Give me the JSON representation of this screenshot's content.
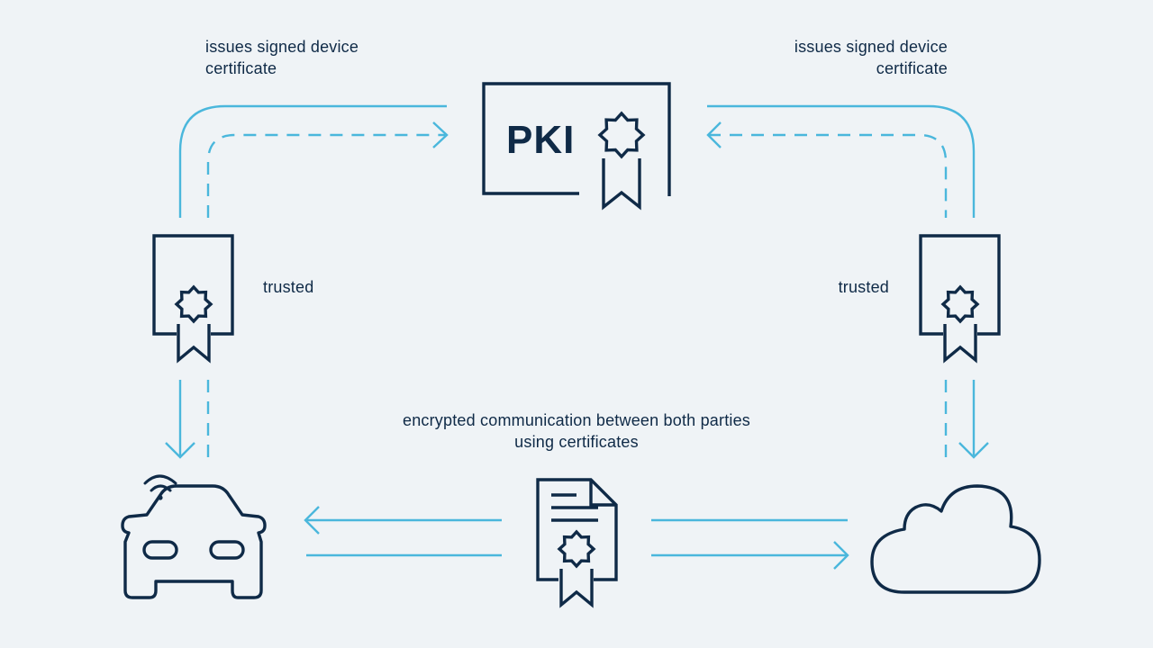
{
  "colors": {
    "background": "#eff3f6",
    "dark": "#0f2a47",
    "arrow": "#4ab7dc"
  },
  "labels": {
    "issues_left_line1": "issues signed device",
    "issues_left_line2": "certificate",
    "issues_right_line1": "issues signed device",
    "issues_right_line2": "certificate",
    "trusted_left": "trusted",
    "trusted_right": "trusted",
    "encrypted_line1": "encrypted communication between both parties",
    "encrypted_line2": "using certificates"
  },
  "pki": {
    "title": "PKI"
  },
  "icons": {
    "pki": "pki-certificate-icon",
    "left_cert": "certificate-icon",
    "right_cert": "certificate-icon",
    "vehicle": "connected-car-icon",
    "document": "signed-document-icon",
    "cloud": "cloud-icon"
  }
}
